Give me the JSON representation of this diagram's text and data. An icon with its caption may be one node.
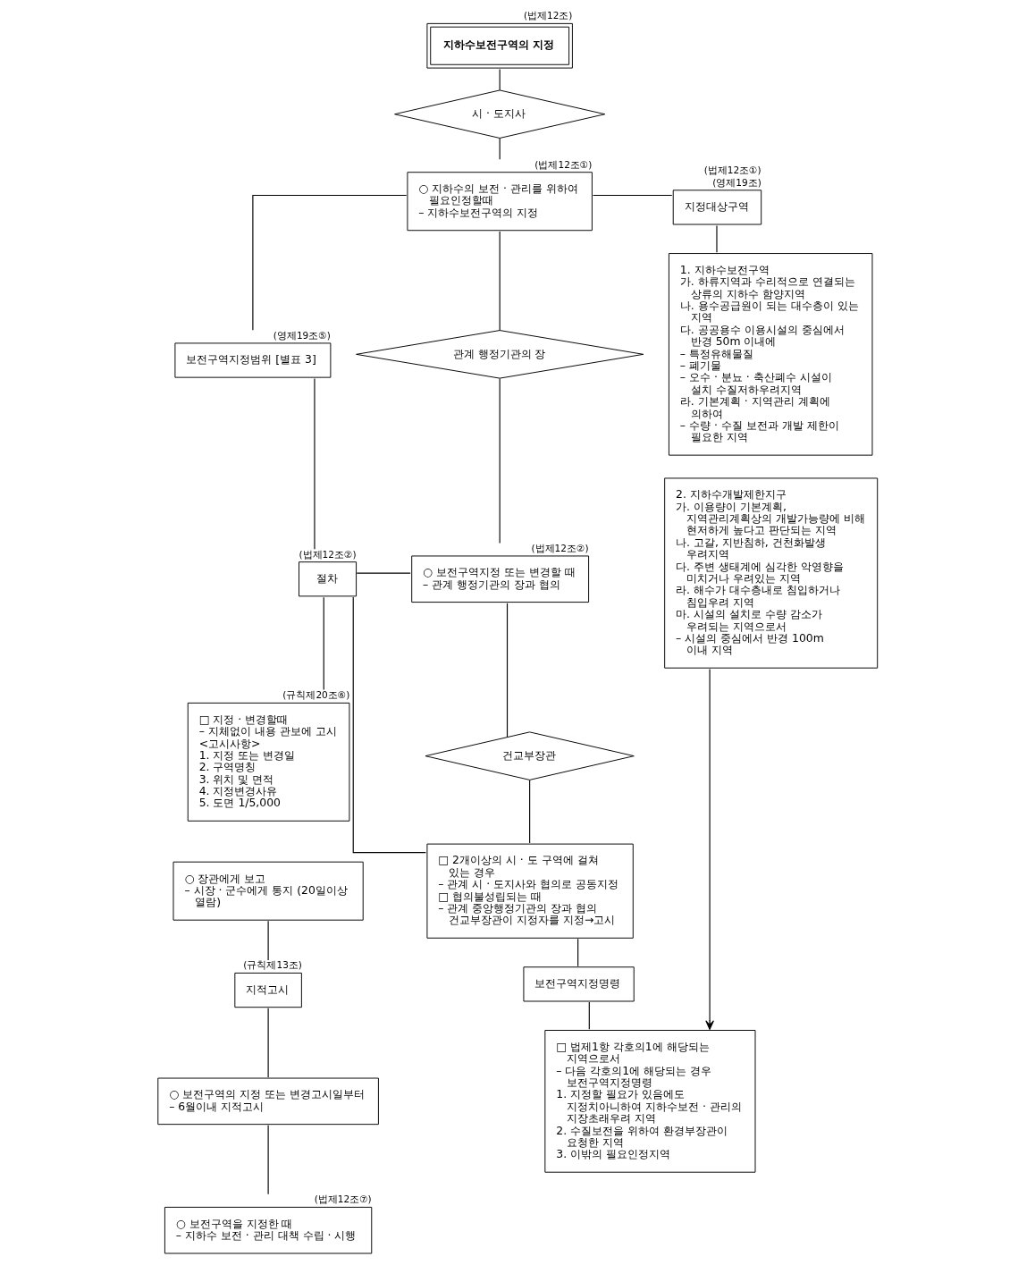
{
  "diagram": {
    "nodes": [
      {
        "text": [
          "지하수보전구역의 지정"
        ],
        "beside": [
          "(법제12조)"
        ]
      },
      {
        "text": [
          "시 · 도지사"
        ]
      },
      {
        "text": [
          "○ 지하수의 보전 · 관리를 위하여 필요인정할때",
          "– 지하수보전구역의 지정"
        ],
        "beside": [
          "(법제12조①)"
        ]
      },
      {
        "text": [
          "지정대상구역"
        ],
        "beside": [
          "(법제12조①)",
          "(영제19조)"
        ]
      },
      {
        "text": [
          "1. 지하수보전구역",
          "가. 하류지역과 수리적으로 연결되는 상류의 지하수 함양지역",
          "나. 용수공급원이 되는 대수층이 있는 지역",
          "다. 공공용수 이용시설의 중심에서 반경 50m 이내에",
          "– 특정유해물질",
          "– 폐기물",
          "– 오수 · 분뇨 · 축산폐수 시설이 설치 수질저하우려지역",
          "라. 기본계획 · 지역관리 계획에 의하여",
          "– 수량 · 수질 보전과 개발 제한이 필요한 지역"
        ]
      },
      {
        "text": [
          "2. 지하수개발제한지구",
          "가. 이용량이 기본계획, 지역관리계획상의 개발가능량에 비해 현저하게 높다고 판단되는 지역",
          "나. 고갈, 지반침하, 건천화발생 우려지역",
          "다. 주변 생태계에 심각한 악영향을 미치거나 우려있는 지역",
          "라. 해수가 대수층내로 침입하거나 침입우려 지역",
          "마. 시설의 설치로 수량 감소가 우려되는 지역으로서",
          "– 시설의 중심에서 반경 100m 이내 지역"
        ]
      },
      {
        "text": [
          "보전구역지정범위 [별표 3]"
        ],
        "beside": [
          "(영제19조⑤)"
        ]
      },
      {
        "text": [
          "절차"
        ],
        "beside": [
          "(법제12조②)"
        ]
      },
      {
        "text": [
          "□ 지정 · 변경할때",
          "– 지체없이 내용 관보에 고시",
          "<고시사항>",
          "1. 지정 또는 변경일",
          "2. 구역명칭",
          "3. 위치 및 면적",
          "4. 지정변경사유",
          "5. 도면 1/5,000"
        ],
        "beside": [
          "(규칙제20조⑥)"
        ]
      },
      {
        "text": [
          "○ 장관에게 보고",
          "– 시장 · 군수에게 통지 (20일이상 열람)"
        ]
      },
      {
        "text": [
          "지적고시"
        ],
        "beside": [
          "(규칙제13조)"
        ]
      },
      {
        "text": [
          "○ 보전구역의 지정 또는 변경고시일부터",
          "– 6월이내 지적고시"
        ]
      },
      {
        "text": [
          "○ 보전구역을 지정한 때",
          "– 지하수 보전 · 관리 대책 수립 · 시행"
        ],
        "beside": [
          "(법제12조⑦)"
        ]
      },
      {
        "text": [
          "관계 행정기관의 장"
        ]
      },
      {
        "text": [
          "○ 보전구역지정 또는 변경할 때",
          "– 관계 행정기관의 장과 협의"
        ],
        "beside": [
          "(법제12조②)"
        ]
      },
      {
        "text": [
          "건교부장관"
        ]
      },
      {
        "text": [
          "□ 2개이상의 시 · 도 구역에 걸쳐 있는 경우",
          "– 관계 시 · 도지사와 협의로 공동지정",
          "□ 협의불성립되는 때",
          "– 관계 중앙행정기관의 장과 협의 건교부장관이 지정자를 지정→고시"
        ]
      },
      {
        "text": [
          "보전구역지정명령"
        ]
      },
      {
        "text": [
          "□ 법제1항 각호의1에 해당되는 지역으로서",
          "– 다음 각호의1에 해당되는 경우 보전구역지정명령",
          "1. 지정할 필요가 있음에도 지정치아니하여 지하수보전 · 관리의 지장초래우려 지역",
          "2. 수질보전을 위하여 환경부장관이 요청한 지역",
          "3. 이밖의 필요인정지역"
        ]
      }
    ],
    "edges": [
      {
        "from": 0,
        "to": 1,
        "arrow": "none"
      },
      {
        "from": 1,
        "to": 2,
        "arrow": "none"
      },
      {
        "from": 2,
        "to": 3,
        "arrow": "none"
      },
      {
        "from": 2,
        "to": 13,
        "arrow": "none"
      },
      {
        "from": 3,
        "to": 4,
        "arrow": "none"
      },
      {
        "from": 2,
        "to": 6,
        "arrow": "none"
      },
      {
        "from": 6,
        "to": 7,
        "arrow": "none"
      },
      {
        "from": 7,
        "to": 8,
        "arrow": "none"
      },
      {
        "from": 7,
        "to": 14,
        "arrow": "none"
      },
      {
        "from": 7,
        "to": 16,
        "arrow": "none"
      },
      {
        "from": 9,
        "to": 10,
        "arrow": "none"
      },
      {
        "from": 10,
        "to": 11,
        "arrow": "none"
      },
      {
        "from": 11,
        "to": 12,
        "arrow": "none"
      },
      {
        "from": 5,
        "to": 18,
        "arrow": "to"
      },
      {
        "from": 13,
        "to": 14,
        "arrow": "none"
      },
      {
        "from": 14,
        "to": 15,
        "arrow": "none"
      },
      {
        "from": 15,
        "to": 16,
        "arrow": "none"
      },
      {
        "from": 16,
        "to": 17,
        "arrow": "none"
      },
      {
        "from": 17,
        "to": 18,
        "arrow": "none"
      }
    ]
  }
}
